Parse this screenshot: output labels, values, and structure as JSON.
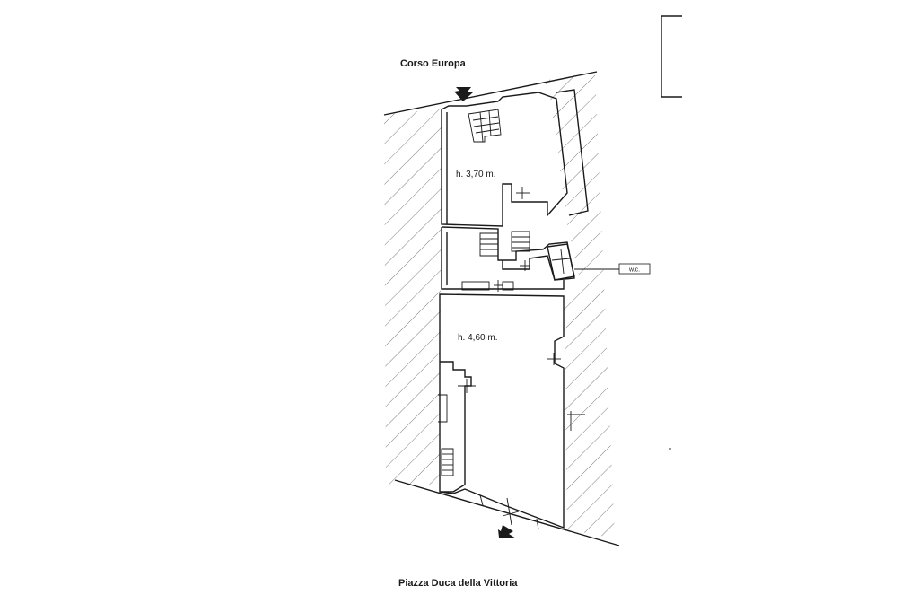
{
  "labels": {
    "north_street": "Corso Europa",
    "south_street": "Piazza Duca della Vittoria",
    "upper_room_height": "h. 3,70 m.",
    "lower_room_height": "h. 4,60 m.",
    "wc": "w.c."
  },
  "colors": {
    "ink": "#1a1a1a",
    "paper": "#ffffff"
  },
  "icons": {
    "north_entrance": "arrow-down-icon",
    "south_entrance": "arrow-up-icon"
  }
}
